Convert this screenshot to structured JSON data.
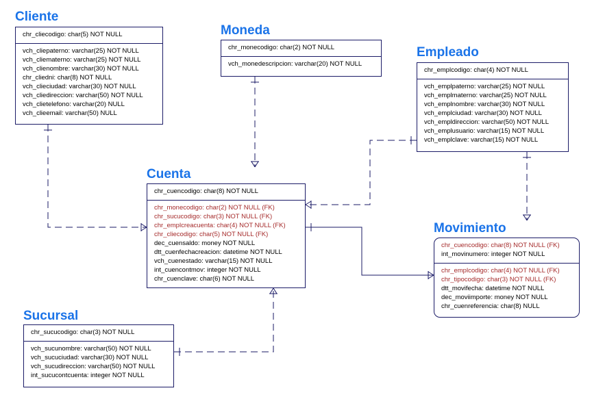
{
  "colors": {
    "title": "#1a73e8",
    "border": "#1a1a66",
    "fk_text": "#a52a2a",
    "line": "#1a1a66"
  },
  "entities": {
    "cliente": {
      "title": "Cliente",
      "pk": [
        "chr_cliecodigo: char(5) NOT NULL"
      ],
      "attrs": [
        {
          "text": "vch_cliepaterno: varchar(25) NOT NULL",
          "fk": false
        },
        {
          "text": "vch_cliematerno: varchar(25) NOT NULL",
          "fk": false
        },
        {
          "text": "vch_clienombre: varchar(30) NOT NULL",
          "fk": false
        },
        {
          "text": "chr_cliedni: char(8) NOT NULL",
          "fk": false
        },
        {
          "text": "vch_clieciudad: varchar(30) NOT NULL",
          "fk": false
        },
        {
          "text": "vch_cliedireccion: varchar(50) NOT NULL",
          "fk": false
        },
        {
          "text": "vch_clietelefono: varchar(20) NULL",
          "fk": false
        },
        {
          "text": "vch_clieemail: varchar(50) NULL",
          "fk": false
        }
      ]
    },
    "moneda": {
      "title": "Moneda",
      "pk": [
        "chr_monecodigo: char(2) NOT NULL"
      ],
      "attrs": [
        {
          "text": "vch_monedescripcion: varchar(20) NOT NULL",
          "fk": false
        }
      ]
    },
    "empleado": {
      "title": "Empleado",
      "pk": [
        "chr_emplcodigo: char(4) NOT NULL"
      ],
      "attrs": [
        {
          "text": "vch_emplpaterno: varchar(25) NOT NULL",
          "fk": false
        },
        {
          "text": "vch_emplmaterno: varchar(25) NOT NULL",
          "fk": false
        },
        {
          "text": "vch_emplnombre: varchar(30) NOT NULL",
          "fk": false
        },
        {
          "text": "vch_emplciudad: varchar(30) NOT NULL",
          "fk": false
        },
        {
          "text": "vch_empldireccion: varchar(50) NOT NULL",
          "fk": false
        },
        {
          "text": "vch_emplusuario: varchar(15) NOT NULL",
          "fk": false
        },
        {
          "text": "vch_emplclave: varchar(15) NOT NULL",
          "fk": false
        }
      ]
    },
    "cuenta": {
      "title": "Cuenta",
      "pk": [
        "chr_cuencodigo: char(8) NOT NULL"
      ],
      "attrs": [
        {
          "text": "chr_monecodigo: char(2) NOT NULL (FK)",
          "fk": true
        },
        {
          "text": "chr_sucucodigo: char(3) NOT NULL (FK)",
          "fk": true
        },
        {
          "text": "chr_emplcreacuenta: char(4) NOT NULL (FK)",
          "fk": true
        },
        {
          "text": "chr_cliecodigo: char(5) NOT NULL (FK)",
          "fk": true
        },
        {
          "text": "dec_cuensaldo: money NOT NULL",
          "fk": false
        },
        {
          "text": "dtt_cuenfechacreacion: datetime NOT NULL",
          "fk": false
        },
        {
          "text": "vch_cuenestado: varchar(15) NOT NULL",
          "fk": false
        },
        {
          "text": "int_cuencontmov: integer NOT NULL",
          "fk": false
        },
        {
          "text": "chr_cuenclave: char(6) NOT NULL",
          "fk": false
        }
      ]
    },
    "movimiento": {
      "title": "Movimiento",
      "pk_fk": [
        {
          "text": "chr_cuencodigo: char(8) NOT NULL (FK)",
          "fk": true
        },
        {
          "text": "int_movinumero: integer NOT NULL",
          "fk": false
        }
      ],
      "attrs": [
        {
          "text": "chr_emplcodigo: char(4) NOT NULL (FK)",
          "fk": true
        },
        {
          "text": "chr_tipocodigo: char(3) NOT NULL (FK)",
          "fk": true
        },
        {
          "text": "dtt_movifecha: datetime NOT NULL",
          "fk": false
        },
        {
          "text": "dec_moviimporte: money NOT NULL",
          "fk": false
        },
        {
          "text": "chr_cuenreferencia: char(8) NULL",
          "fk": false
        }
      ]
    },
    "sucursal": {
      "title": "Sucursal",
      "pk": [
        "chr_sucucodigo: char(3) NOT NULL"
      ],
      "attrs": [
        {
          "text": "vch_sucunombre: varchar(50) NOT NULL",
          "fk": false
        },
        {
          "text": "vch_sucuciudad: varchar(30) NOT NULL",
          "fk": false
        },
        {
          "text": "vch_sucudireccion: varchar(50) NOT NULL",
          "fk": false
        },
        {
          "text": "int_sucucontcuenta: integer NOT NULL",
          "fk": false
        }
      ]
    }
  },
  "relationships": [
    {
      "from": "cliente",
      "to": "cuenta",
      "style": "dashed"
    },
    {
      "from": "moneda",
      "to": "cuenta",
      "style": "dashed"
    },
    {
      "from": "empleado",
      "to": "cuenta",
      "style": "dashed"
    },
    {
      "from": "empleado",
      "to": "movimiento",
      "style": "dashed"
    },
    {
      "from": "cuenta",
      "to": "movimiento",
      "style": "solid"
    },
    {
      "from": "sucursal",
      "to": "cuenta",
      "style": "dashed"
    }
  ]
}
